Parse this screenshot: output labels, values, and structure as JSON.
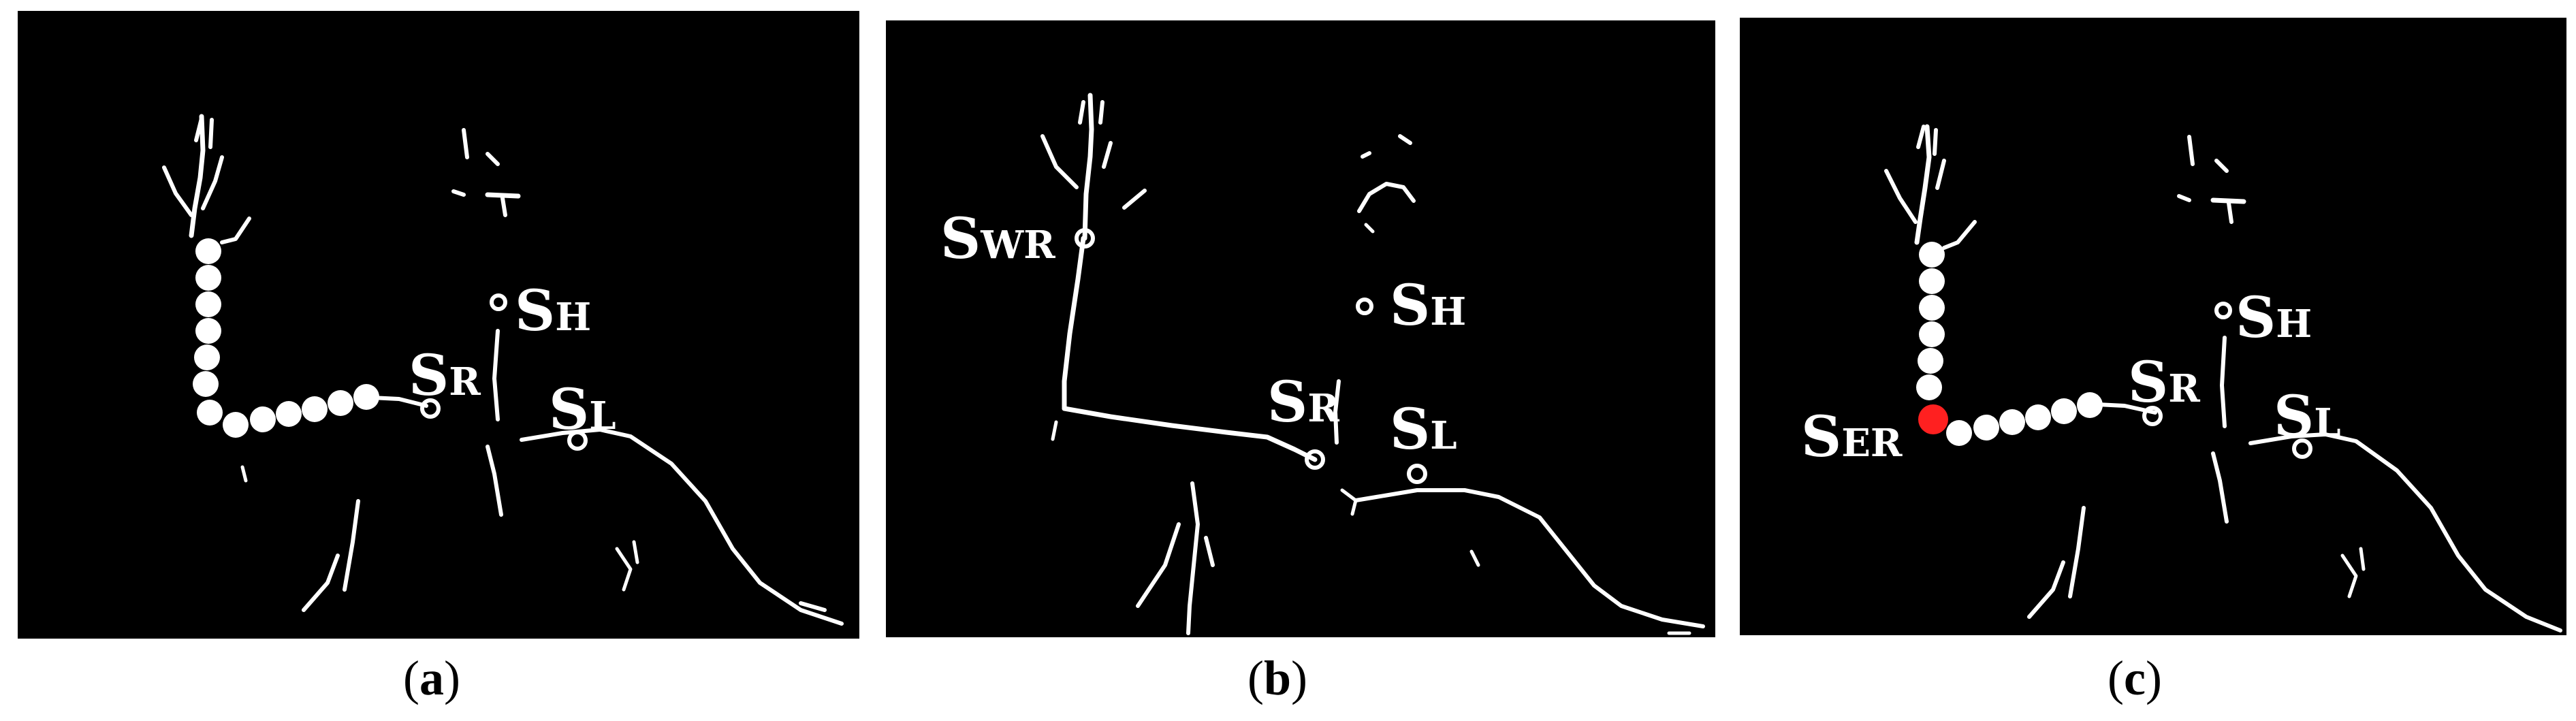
{
  "panels": [
    {
      "id": "a",
      "caption": "a",
      "labels": {
        "head": "H",
        "right": "R",
        "left": "L"
      }
    },
    {
      "id": "b",
      "caption": "b",
      "labels": {
        "wrist": "WR",
        "head": "H",
        "right": "R",
        "left": "L"
      }
    },
    {
      "id": "c",
      "caption": "c",
      "labels": {
        "elbow": "ER",
        "head": "H",
        "right": "R",
        "left": "L"
      }
    }
  ],
  "label_prefix": "S",
  "caption_open": "(",
  "caption_close": ")",
  "colors": {
    "background": "#000000",
    "skeleton": "#ffffff",
    "elbow_point": "#ff2020"
  }
}
